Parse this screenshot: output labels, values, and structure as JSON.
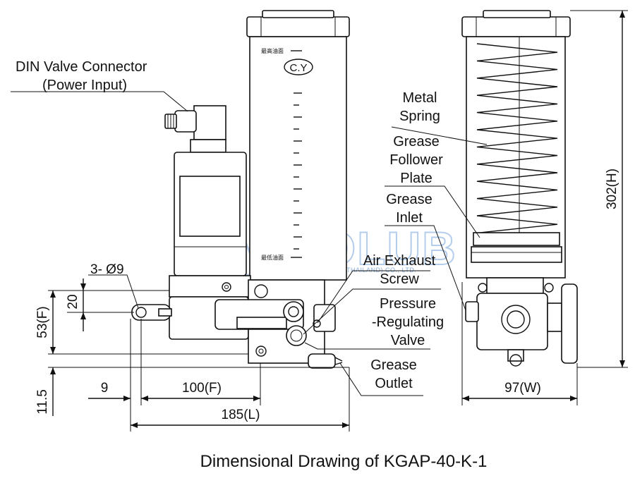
{
  "callouts": {
    "din_line1": "DIN Valve Connector",
    "din_line2": "(Power Input)",
    "metal_line1": "Metal",
    "metal_line2": "Spring",
    "follower_line1": "Grease",
    "follower_line2": "Follower",
    "follower_line3": "Plate",
    "inlet_line1": "Grease",
    "inlet_line2": "Inlet",
    "exhaust_line1": "Air Exhaust",
    "exhaust_line2": "Screw",
    "pressure_line1": "Pressure",
    "pressure_line2": "-Regulating",
    "pressure_line3": "Valve",
    "outlet_line1": "Grease",
    "outlet_line2": "Outlet"
  },
  "dimensions": {
    "holes": "3- Ø9",
    "d20": "20",
    "d53": "53(F)",
    "d11_5": "11.5",
    "d9": "9",
    "d100": "100(F)",
    "d185": "185(L)",
    "d97": "97(W)",
    "d302": "302(H)"
  },
  "reservoir": {
    "brand": "C.Y",
    "max_mark": "最高油面",
    "min_mark": "最低油面"
  },
  "watermark": {
    "text": "UTOLUB",
    "subtitle": "SYSTEM ENGINEERING (THAILAND) CO., LTD."
  },
  "caption": "Dimensional Drawing of KGAP-40-K-1"
}
